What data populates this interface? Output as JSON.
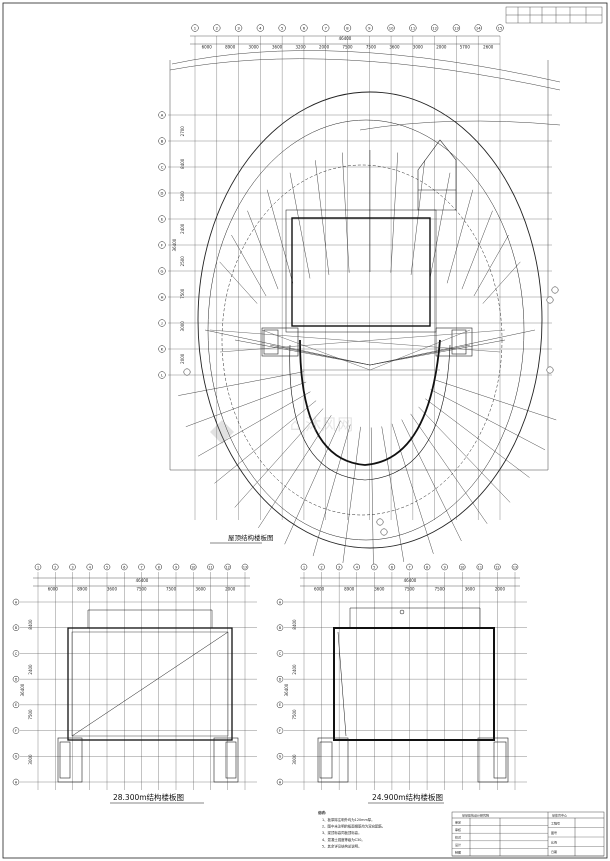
{
  "captions": {
    "roof_plan": "屋顶结构楼板图",
    "left_plan": "28.300m结构楼板图",
    "right_plan": "24.900m结构楼板图"
  },
  "top_plan": {
    "overall_dim": "46400",
    "bay_dims": [
      "6000",
      "8900",
      "3000",
      "3600",
      "3200",
      "2000",
      "7500",
      "7500",
      "3600",
      "3000",
      "2000",
      "5700",
      "2600"
    ],
    "axis_top": [
      "1",
      "2",
      "3",
      "4",
      "5",
      "6",
      "7",
      "8",
      "9",
      "10",
      "11",
      "12",
      "13",
      "14",
      "15"
    ],
    "axis_left": [
      "A",
      "B",
      "C",
      "D",
      "E",
      "F",
      "G",
      "H",
      "J",
      "K",
      "L"
    ],
    "left_dims": [
      "2700",
      "8400",
      "1500",
      "2400",
      "2500",
      "7500",
      "3000",
      "2000"
    ],
    "left_total": "36400"
  },
  "left_plan": {
    "overall_dim": "46400",
    "bay_dims": [
      "6000",
      "8900",
      "3600",
      "7500",
      "7500",
      "3600",
      "2000"
    ],
    "axis_top": [
      "1",
      "2",
      "3",
      "4",
      "5",
      "6",
      "7",
      "8",
      "9",
      "10",
      "11",
      "12",
      "13"
    ],
    "axis_left": [
      "A",
      "B",
      "C",
      "D",
      "E",
      "F",
      "G",
      "H"
    ],
    "left_total": "36400",
    "left_dims": [
      "8400",
      "2400",
      "7500",
      "3000"
    ]
  },
  "right_plan": {
    "overall_dim": "46400",
    "bay_dims": [
      "6000",
      "8900",
      "3600",
      "7500",
      "7500",
      "3600",
      "2000"
    ],
    "axis_top": [
      "1",
      "2",
      "3",
      "4",
      "5",
      "6",
      "7",
      "8",
      "9",
      "10",
      "11",
      "12",
      "13"
    ],
    "axis_left": [
      "A",
      "B",
      "C",
      "D",
      "E",
      "F",
      "G",
      "H"
    ],
    "left_total": "36400",
    "left_dims": [
      "8400",
      "2400",
      "7500",
      "3000"
    ]
  },
  "notes": {
    "heading": "说明：",
    "lines": [
      "1、板厚除注明外均为120mm厚。",
      "2、图中未注明的板面钢筋均为双向配筋。",
      "3、梁顶标高同板顶标高。",
      "4、混凝土强度等级为C30。",
      "5、其余详见结构总说明。"
    ]
  },
  "title_block": {
    "company": "某某建筑设计研究院",
    "project": "某体育中心",
    "rows": [
      "审定",
      "审核",
      "校对",
      "设计",
      "制图"
    ],
    "right_rows": [
      "工程号",
      "图号",
      "比例",
      "日期"
    ]
  }
}
